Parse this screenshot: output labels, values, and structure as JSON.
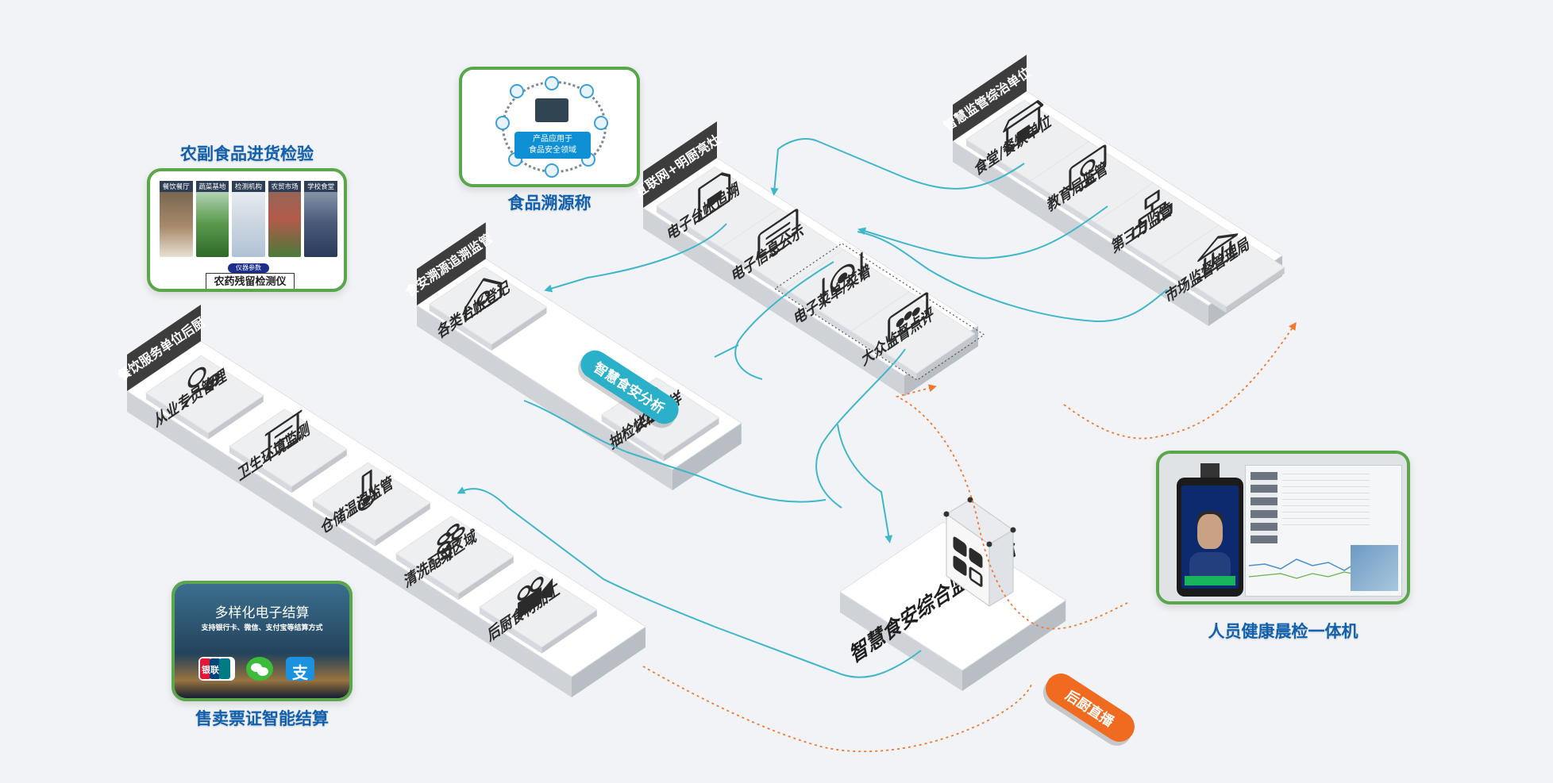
{
  "platform": {
    "label": "智慧食安综合监管平台"
  },
  "pills": {
    "analysis": "智慧食安分析",
    "live": "后厨直播"
  },
  "sections": {
    "supervision": {
      "tag": "智慧监管综治单位",
      "tiles": [
        "食堂/餐饮单位",
        "教育局监管",
        "第三方监管",
        "市场监督管理局"
      ]
    },
    "internet": {
      "tag": "互联网+明厨亮灶",
      "tiles": [
        "电子台帐追溯",
        "电子信息公示",
        "电子菜单/菜谱",
        "大众监督点评"
      ]
    },
    "trace": {
      "tag": "食安溯源追溯监管",
      "tiles": [
        "各类台帐登记",
        "抽检快检留样"
      ]
    },
    "kitchen": {
      "tag": "餐饮服务单位后厨",
      "tiles": [
        "从业专员管理",
        "卫生环境监测",
        "仓储温湿监管",
        "清洗配菜区域",
        "后厨食材加工"
      ]
    }
  },
  "cards": {
    "pesticide": {
      "caption": "农副食品进货检验",
      "photo_labels": [
        "餐饮餐厅",
        "蔬菜基地",
        "检测机构",
        "农贸市场",
        "学校食堂"
      ],
      "badge": "仪器参数",
      "title": "农药残留检测仪"
    },
    "traceability": {
      "caption": "食品溯源称",
      "box_line1": "产品应用于",
      "box_line2": "食品安全领域"
    },
    "payment": {
      "caption": "售卖票证智能结算",
      "title": "多样化电子结算",
      "subtitle": "支持银行卡、微信、支付宝等结算方式",
      "unionpay": "银联"
    },
    "health": {
      "caption": "人员健康晨检一体机"
    }
  },
  "icons": {
    "supervision": [
      "storefront-icon",
      "monitor-eye-icon",
      "org-chart-icon",
      "government-building-icon"
    ],
    "internet": [
      "document-ledger-icon",
      "display-screen-icon",
      "plate-cutlery-icon",
      "audience-screen-icon"
    ],
    "trace": [
      "house-register-icon",
      "warning-triangle-icon"
    ],
    "kitchen": [
      "worker-plus-icon",
      "building-clean-icon",
      "thermometer-icon",
      "flower-icon",
      "camera-icon"
    ],
    "platform": "qr-code-icon"
  },
  "colors": {
    "flow": "#3fb6c9",
    "live": "#ee7a32",
    "card_border": "#5aa64a",
    "caption": "#1160ad",
    "tag": "#3d3d3d",
    "pill_analysis": "#2ab0c9",
    "pill_live": "#f06a1f"
  }
}
